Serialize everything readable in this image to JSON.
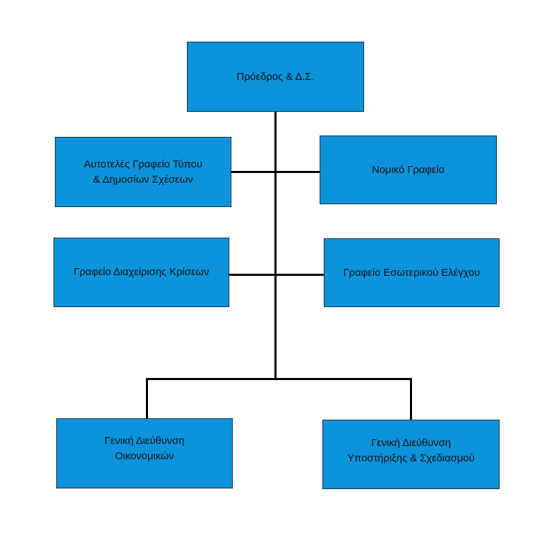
{
  "colors": {
    "box_fill": "#0c93db",
    "box_border": "#1f2a36",
    "connector": "#000000",
    "text": "#111111",
    "background": "#ffffff"
  },
  "nodes": {
    "president": "Πρόεδρος & Δ.Σ.",
    "press_office": "Αυτοτελές Γραφείο Τύπου\n& Δημοσίων Σχέσεων",
    "legal_office": "Νομικό Γραφείο",
    "crisis_office": "Γραφείο Διαχείρισης Κρίσεων",
    "internal_audit_office": "Γραφείο Εσωτερικού Ελέγχου",
    "gd_finance": "Γενική Διεύθυνση\nΟικονομικών",
    "gd_support_planning": "Γενική Διεύθυνση\nΥποστήριξης & Σχεδιασμού"
  }
}
